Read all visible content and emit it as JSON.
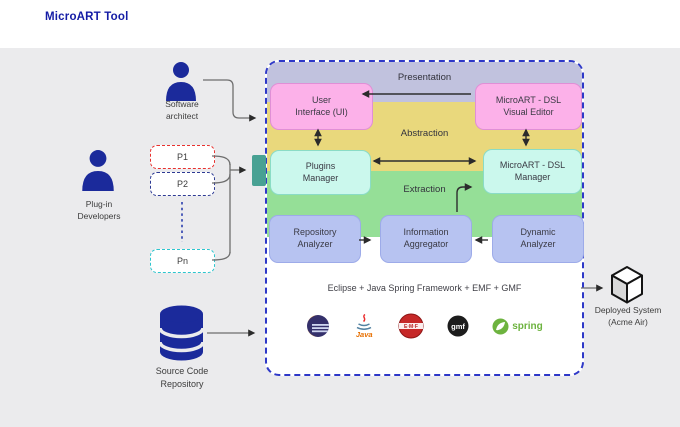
{
  "title": "MicroART Tool",
  "colors": {
    "title_navy": "#141ca5",
    "actor_icon_navy": "#1b2a9b",
    "container_border_blue": "#2e38c8",
    "presentation_band": "#c1c2de",
    "abstraction_band": "#e9d87c",
    "extraction_band": "#95df97",
    "pink_box_fill": "#fcb1e9",
    "mint_box_fill": "#cbf8ed",
    "periwinkle_box_fill": "#b7c3f1",
    "plugin_port_teal": "#48a193",
    "p1_border": "#e8312f",
    "p2_border": "#2d3a94",
    "pn_border": "#2cc5ce"
  },
  "actors": {
    "software_architect": {
      "line1": "Software",
      "line2": "architect"
    },
    "plugin_developers": {
      "line1": "Plug-in",
      "line2": "Developers"
    },
    "source_repository": {
      "line1": "Source Code",
      "line2": "Repository"
    },
    "deployed_system": {
      "line1": "Deployed System",
      "line2": "(Acme Air)"
    }
  },
  "plugin_boxes": [
    {
      "label": "P1"
    },
    {
      "label": "P2"
    },
    {
      "label": "Pn"
    }
  ],
  "layers": [
    {
      "label": "Presentation"
    },
    {
      "label": "Abstraction"
    },
    {
      "label": "Extraction"
    }
  ],
  "components": {
    "user_interface": {
      "line1": "User",
      "line2": "Interface (UI)"
    },
    "visual_editor": {
      "line1": "MicroART - DSL",
      "line2": "Visual Editor"
    },
    "plugins_manager": {
      "line1": "Plugins",
      "line2": "Manager"
    },
    "dsl_manager": {
      "line1": "MicroART - DSL",
      "line2": "Manager"
    },
    "repository_analyzer": {
      "line1": "Repository",
      "line2": "Analyzer"
    },
    "information_aggregator": {
      "line1": "Information",
      "line2": "Aggregator"
    },
    "dynamic_analyzer": {
      "line1": "Dynamic",
      "line2": "Analyzer"
    }
  },
  "framework_caption": "Eclipse + Java Spring Framework + EMF + GMF",
  "logos": {
    "java": {
      "text": "Java"
    },
    "emf": {
      "text": "EMF"
    },
    "gmf": {
      "text": "gmf"
    },
    "spring": {
      "text": "spring"
    }
  }
}
